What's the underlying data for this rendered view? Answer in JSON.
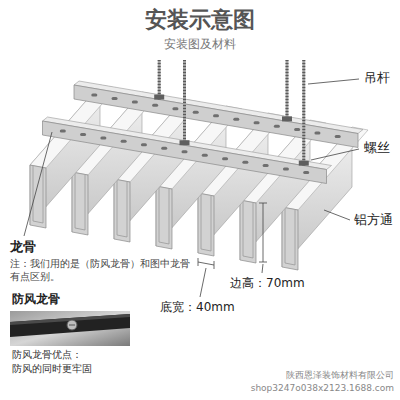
{
  "diagram": {
    "title": "安装示意图",
    "labels": [
      "安装图及材料",
      "吊杆",
      "螺丝",
      "铝方通",
      "龙骨",
      "注：我们用的是（防风龙骨）和图中龙骨有点区别。",
      "防风龙骨",
      "防风龙骨优点：",
      "防风的同时更牢固",
      "边高：70mm",
      "底宽：40mm",
      "陕西恩泽装饰材料有限公司",
      "shop3247o038x2123.1688.com"
    ]
  }
}
